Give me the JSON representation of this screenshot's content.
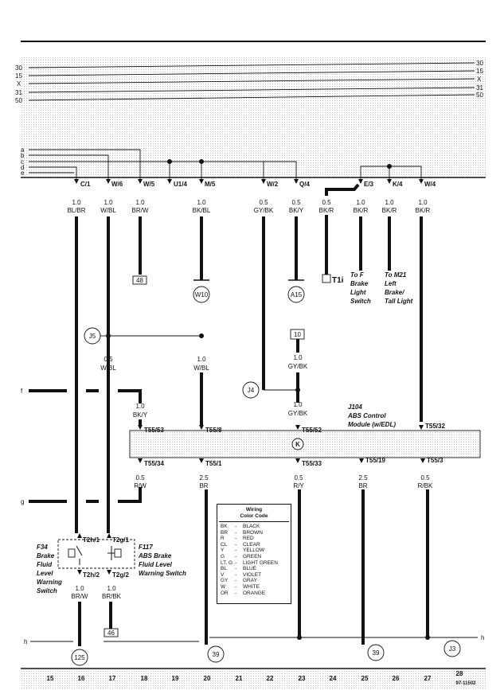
{
  "rails": {
    "left": [
      "30",
      "15",
      "X",
      "31",
      "50"
    ],
    "right": [
      "30",
      "15",
      "X",
      "31",
      "50"
    ]
  },
  "bus_lines": [
    "a",
    "b",
    "c",
    "d",
    "e"
  ],
  "side_lines": {
    "f": "f",
    "g": "g",
    "h_left": "h",
    "h_right": "h"
  },
  "connectors": [
    {
      "label": "C/1",
      "size": "1.0",
      "color": "BL/BR"
    },
    {
      "label": "W/6",
      "size": "1.0",
      "color": "W/BL"
    },
    {
      "label": "W/5",
      "size": "1.0",
      "color": "BR/W"
    },
    {
      "label": "U1/4"
    },
    {
      "label": "M/5",
      "size": "1.0",
      "color": "BK/BL"
    },
    {
      "label": "W/2",
      "size": "0.5",
      "color": "GY/BK"
    },
    {
      "label": "Q/4",
      "size": "0.5",
      "color": "BK/Y"
    },
    {
      "label": "E/3",
      "size": "1.0",
      "color": "BK/R"
    },
    {
      "label": "K/4",
      "size": "1.0",
      "color": "BK/R"
    },
    {
      "label": "W/4",
      "size": "1.0",
      "color": "BK/R"
    }
  ],
  "extra_wire": {
    "size": "0.5",
    "color": "BK/R"
  },
  "refs": {
    "box48": "48",
    "box10": "10",
    "box46": "46",
    "W10": "W10",
    "A15": "A15",
    "J5": "J5",
    "J4": "J4",
    "K": "K",
    "J3": "J3",
    "c125": "125",
    "c39a": "39",
    "c39b": "39",
    "T1i": "T1i"
  },
  "notes": {
    "to_f": [
      "To F",
      "Brake",
      "Light",
      "Switch"
    ],
    "to_m21": [
      "To M21",
      "Left",
      "Brake/",
      "Tall Light"
    ]
  },
  "mid_wires": [
    {
      "size": "0.5",
      "color": "W/BL"
    },
    {
      "size": "1.0",
      "color": "W/BL"
    },
    {
      "size": "1.0",
      "color": "GY/BK"
    },
    {
      "size": "1.0",
      "color": "BK/Y"
    },
    {
      "size": "1.0",
      "color": "GY/BK"
    }
  ],
  "module": {
    "name": "J104",
    "desc": [
      "ABS Control",
      "Module (w/EDL)"
    ],
    "pins_top": [
      "T55/53",
      "T55/8",
      "T55/52",
      "T55/32"
    ],
    "pins_bottom": [
      "T55/34",
      "T55/1",
      "T55/33",
      "T55/19",
      "T55/3"
    ]
  },
  "bottom_wires": [
    {
      "size": "0.5",
      "color": "R/W"
    },
    {
      "size": "2.5",
      "color": "BR"
    },
    {
      "size": "0.5",
      "color": "R/Y"
    },
    {
      "size": "2.5",
      "color": "BR"
    },
    {
      "size": "0.5",
      "color": "R/BK"
    }
  ],
  "switch_pins": [
    "T2h/1",
    "T2g/1",
    "T2h/2",
    "T2g/2"
  ],
  "f34": [
    "F34",
    "Brake",
    "Fluid",
    "Level",
    "Warning",
    "Switch"
  ],
  "f117": [
    "F117",
    "ABS Brake",
    "Fluid Level",
    "Warning Switch"
  ],
  "switch_wires": [
    {
      "size": "1.0",
      "color": "BR/W"
    },
    {
      "size": "1.0",
      "color": "BR/BK"
    }
  ],
  "legend": {
    "title": [
      "Wiring",
      "Color Code"
    ],
    "rows": [
      {
        "code": "BK",
        "name": "BLACK"
      },
      {
        "code": "BR",
        "name": "BROWN"
      },
      {
        "code": "R",
        "name": "RED"
      },
      {
        "code": "CL",
        "name": "CLEAR"
      },
      {
        "code": "Y",
        "name": "YELLOW"
      },
      {
        "code": "G",
        "name": "GREEN"
      },
      {
        "code": "LT. G",
        "name": "LIGHT GREEN"
      },
      {
        "code": "BL",
        "name": "BLUE"
      },
      {
        "code": "V",
        "name": "VIOLET"
      },
      {
        "code": "GY",
        "name": "GRAY"
      },
      {
        "code": "W",
        "name": "WHITE"
      },
      {
        "code": "OR",
        "name": "ORANGE"
      }
    ]
  },
  "scale": [
    "15",
    "16",
    "17",
    "18",
    "19",
    "20",
    "21",
    "22",
    "23",
    "24",
    "25",
    "26",
    "27",
    "28"
  ],
  "doc_id": "97-11502"
}
